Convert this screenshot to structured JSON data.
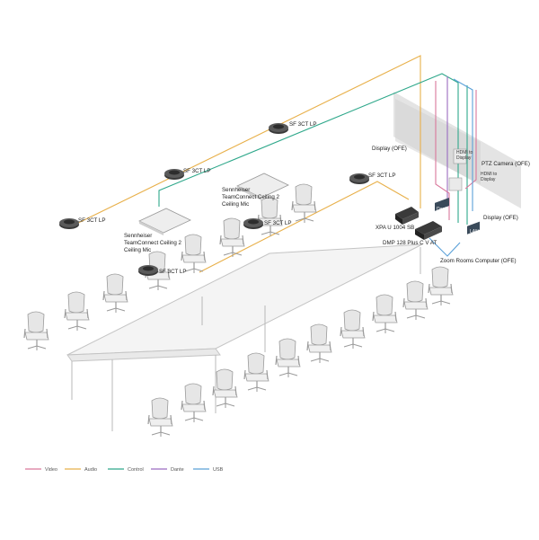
{
  "labels": {
    "sf1": "SF 3CT LP",
    "sf2": "SF 3CT LP",
    "sf3": "SF 3CT LP",
    "sf4": "SF 3CT LP",
    "sf5": "SF 3CT LP",
    "sf6": "SF 3CT LP",
    "mic1_l1": "Sennheiser",
    "mic1_l2": "TeamConnect Ceiling 2",
    "mic1_l3": "Ceiling Mic",
    "mic2_l1": "Sennheiser",
    "mic2_l2": "TeamConnect Ceiling 2",
    "mic2_l3": "Ceiling Mic",
    "display1": "Display (OFE)",
    "display2": "Display (OFE)",
    "ptz": "PTZ Camera (OFE)",
    "hdmi1_l1": "HDMI to",
    "hdmi1_l2": "Display",
    "hdmi2_l1": "HDMI to",
    "hdmi2_l2": "Display",
    "xpa": "XPA U 1004 SB",
    "dmp": "DMP 128 Plus C V AT",
    "zoom": "Zoom Rooms Computer (OFE)",
    "dante_box": "Dante",
    "lan_box": "LAN"
  },
  "legend": [
    {
      "label": "Video",
      "color": "#d9779b"
    },
    {
      "label": "Audio",
      "color": "#e8b04a"
    },
    {
      "label": "Control",
      "color": "#2fa88b"
    },
    {
      "label": "Dante",
      "color": "#9a6cc0"
    },
    {
      "label": "USB",
      "color": "#5aa0d8"
    }
  ],
  "colors": {
    "video": "#d9779b",
    "audio": "#e8b04a",
    "control": "#2fa88b",
    "dante": "#9a6cc0",
    "usb": "#5aa0d8"
  }
}
